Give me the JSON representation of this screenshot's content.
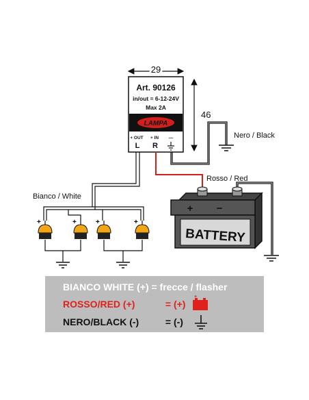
{
  "device": {
    "width_label": "29",
    "height_label": "46",
    "article": "Art. 90126",
    "voltage": "in/out = 6-12-24V",
    "current": "Max 2A",
    "brand": "LAMPA",
    "term_out": "+ OUT",
    "term_in": "+ IN",
    "term_gnd": "—",
    "term_L": "L",
    "term_R": "R"
  },
  "wires": {
    "black_label": "Nero / Black",
    "red_label": "Rosso / Red",
    "white_label": "Bianco / White"
  },
  "battery": {
    "label": "BATTERY",
    "plus": "+",
    "minus": "−"
  },
  "lamps": {
    "plus": "+"
  },
  "legend": {
    "white_line": "BIANCO WHITE (+) = frecce / flasher",
    "red_left": "ROSSO/RED (+)",
    "red_right": "= (+)",
    "black_left": "NERO/BLACK (-)",
    "black_right": "= (-)",
    "background": "#bdbdbd",
    "red_color": "#e0201b"
  }
}
